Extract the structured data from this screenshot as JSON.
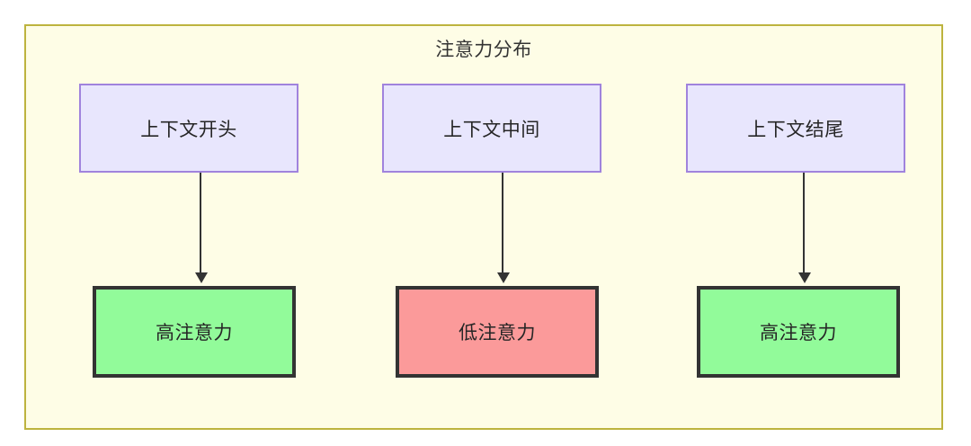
{
  "diagram": {
    "title": "注意力分布",
    "type": "flowchart",
    "background_color": "#ffffff",
    "container": {
      "fill_color": "#fefde6",
      "border_color": "#bdb33e"
    },
    "palette": {
      "context_fill": "#e8e6fd",
      "context_border": "#a083dd",
      "high_attention_fill": "#92fb9a",
      "low_attention_fill": "#fb9a9a",
      "attention_border": "#333333",
      "edge_color": "#333333",
      "text_color": "#262626"
    },
    "columns": [
      {
        "source": {
          "label": "上下文开头"
        },
        "target": {
          "label": "高注意力",
          "level": "high"
        },
        "edge": {
          "kind": "arrow",
          "direction": "down"
        }
      },
      {
        "source": {
          "label": "上下文中间"
        },
        "target": {
          "label": "低注意力",
          "level": "low"
        },
        "edge": {
          "kind": "arrow",
          "direction": "down"
        }
      },
      {
        "source": {
          "label": "上下文结尾"
        },
        "target": {
          "label": "高注意力",
          "level": "high"
        },
        "edge": {
          "kind": "arrow",
          "direction": "down"
        }
      }
    ]
  }
}
